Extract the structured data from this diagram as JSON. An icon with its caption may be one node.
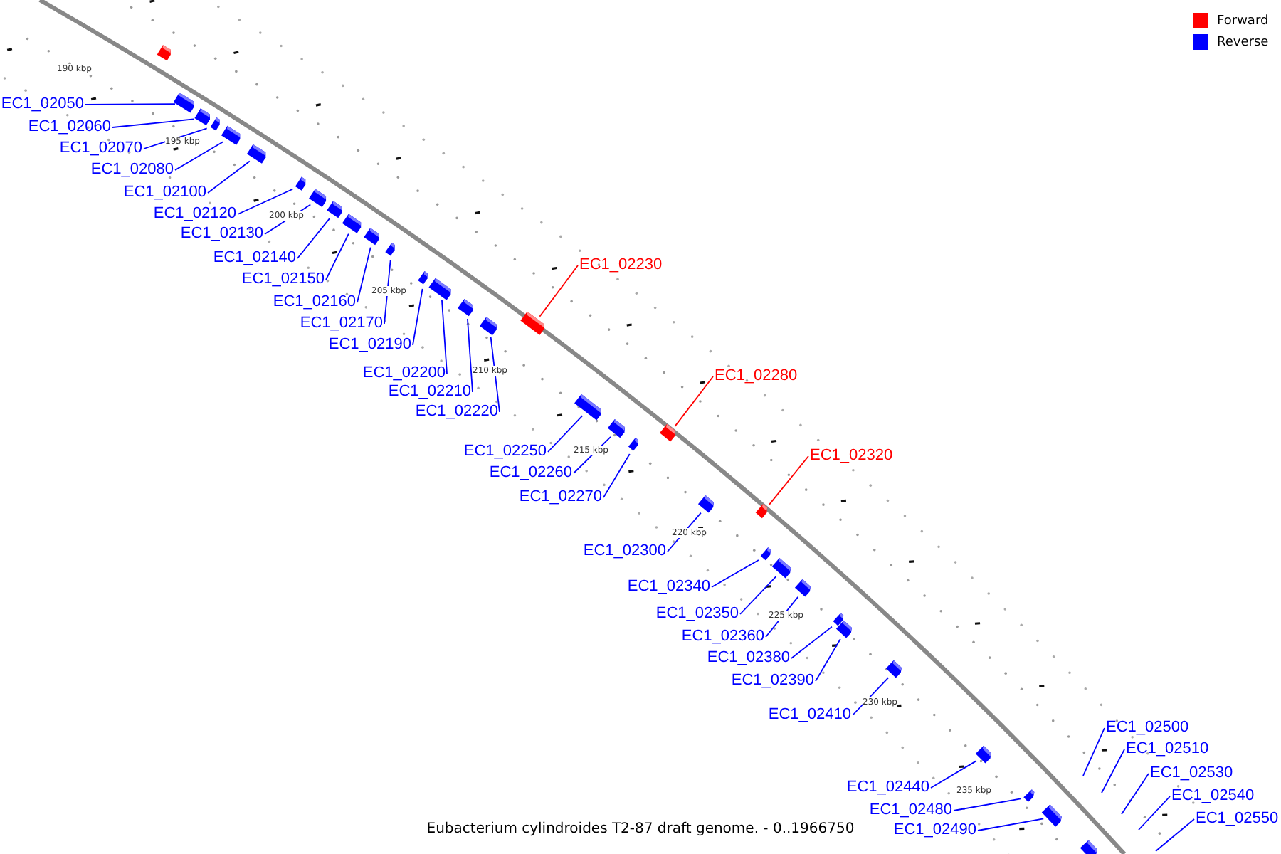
{
  "diagram": {
    "caption": "Eubacterium cylindroides T2-87 draft genome. - 0..1966750",
    "nodes": [
      {
        "text": [],
        "shape": "bar"
      },
      {
        "text": [
          "EC1_02050"
        ]
      },
      {
        "text": [],
        "shape": "bar"
      },
      {
        "text": [
          "EC1_02060"
        ]
      },
      {
        "text": [],
        "shape": "bar"
      },
      {
        "text": [
          "EC1_02070"
        ]
      },
      {
        "text": [],
        "shape": "bar"
      },
      {
        "text": [
          "EC1_02080"
        ]
      },
      {
        "text": [],
        "shape": "bar"
      },
      {
        "text": [
          "EC1_02100"
        ]
      },
      {
        "text": [],
        "shape": "bar"
      },
      {
        "text": [
          "EC1_02120"
        ]
      },
      {
        "text": [],
        "shape": "bar"
      },
      {
        "text": [
          "EC1_02130"
        ]
      },
      {
        "text": [],
        "shape": "bar"
      },
      {
        "text": [
          "EC1_02140"
        ]
      },
      {
        "text": [],
        "shape": "bar"
      },
      {
        "text": [
          "EC1_02150"
        ]
      },
      {
        "text": [],
        "shape": "bar"
      },
      {
        "text": [
          "EC1_02160"
        ]
      },
      {
        "text": [],
        "shape": "bar"
      },
      {
        "text": [
          "EC1_02170"
        ]
      },
      {
        "text": [],
        "shape": "bar"
      },
      {
        "text": [
          "EC1_02190"
        ]
      },
      {
        "text": [],
        "shape": "bar"
      },
      {
        "text": [
          "EC1_02200"
        ]
      },
      {
        "text": [],
        "shape": "bar"
      },
      {
        "text": [
          "EC1_02210"
        ]
      },
      {
        "text": [],
        "shape": "bar"
      },
      {
        "text": [
          "EC1_02220"
        ]
      },
      {
        "text": [],
        "shape": "bar"
      },
      {
        "text": [
          "EC1_02230"
        ]
      },
      {
        "text": [],
        "shape": "bar"
      },
      {
        "text": [
          "EC1_02250"
        ]
      },
      {
        "text": [],
        "shape": "bar"
      },
      {
        "text": [
          "EC1_02260"
        ]
      },
      {
        "text": [],
        "shape": "bar"
      },
      {
        "text": [
          "EC1_02270"
        ]
      },
      {
        "text": [],
        "shape": "bar"
      },
      {
        "text": [
          "EC1_02280"
        ]
      },
      {
        "text": [],
        "shape": "bar"
      },
      {
        "text": [
          "EC1_02300"
        ]
      },
      {
        "text": [],
        "shape": "bar"
      },
      {
        "text": [
          "EC1_02320"
        ]
      },
      {
        "text": [],
        "shape": "bar"
      },
      {
        "text": [
          "EC1_02340"
        ]
      },
      {
        "text": [],
        "shape": "bar"
      },
      {
        "text": [
          "EC1_02350"
        ]
      },
      {
        "text": [],
        "shape": "bar"
      },
      {
        "text": [
          "EC1_02360"
        ]
      },
      {
        "text": [],
        "shape": "bar"
      },
      {
        "text": [
          "EC1_02380"
        ]
      },
      {
        "text": [],
        "shape": "bar"
      },
      {
        "text": [
          "EC1_02390"
        ]
      },
      {
        "text": [],
        "shape": "bar"
      },
      {
        "text": [
          "EC1_02410"
        ]
      },
      {
        "text": [],
        "shape": "bar"
      },
      {
        "text": [
          "EC1_02440"
        ]
      },
      {
        "text": [],
        "shape": "bar"
      },
      {
        "text": [
          "EC1_02480"
        ]
      },
      {
        "text": [],
        "shape": "bar"
      },
      {
        "text": [
          "EC1_02490"
        ]
      },
      {
        "text": [],
        "shape": "bar"
      },
      {
        "text": [
          "EC1_02500"
        ]
      },
      {
        "text": [
          "EC1_02510"
        ]
      },
      {
        "text": [
          "EC1_02530"
        ]
      },
      {
        "text": [
          "EC1_02540"
        ]
      },
      {
        "text": [
          "EC1_02550"
        ]
      },
      {
        "text": [],
        "shape": "bar"
      }
    ],
    "edges": [
      {
        "from": 1,
        "to": 2,
        "arrow": "none"
      },
      {
        "from": 3,
        "to": 4,
        "arrow": "none"
      },
      {
        "from": 5,
        "to": 6,
        "arrow": "none"
      },
      {
        "from": 7,
        "to": 8,
        "arrow": "none"
      },
      {
        "from": 9,
        "to": 10,
        "arrow": "none"
      },
      {
        "from": 11,
        "to": 12,
        "arrow": "none"
      },
      {
        "from": 13,
        "to": 14,
        "arrow": "none"
      },
      {
        "from": 15,
        "to": 16,
        "arrow": "none"
      },
      {
        "from": 17,
        "to": 18,
        "arrow": "none"
      },
      {
        "from": 19,
        "to": 20,
        "arrow": "none"
      },
      {
        "from": 21,
        "to": 22,
        "arrow": "none"
      },
      {
        "from": 23,
        "to": 24,
        "arrow": "none"
      },
      {
        "from": 25,
        "to": 26,
        "arrow": "none"
      },
      {
        "from": 27,
        "to": 28,
        "arrow": "none"
      },
      {
        "from": 29,
        "to": 30,
        "arrow": "none"
      },
      {
        "from": 31,
        "to": 32,
        "arrow": "none",
        "color": "#ff0000"
      },
      {
        "from": 33,
        "to": 34,
        "arrow": "none"
      },
      {
        "from": 35,
        "to": 36,
        "arrow": "none"
      },
      {
        "from": 37,
        "to": 38,
        "arrow": "none"
      },
      {
        "from": 39,
        "to": 40,
        "arrow": "none",
        "color": "#ff0000"
      },
      {
        "from": 41,
        "to": 42,
        "arrow": "none"
      },
      {
        "from": 43,
        "to": 44,
        "arrow": "none",
        "color": "#ff0000"
      },
      {
        "from": 45,
        "to": 46,
        "arrow": "none"
      },
      {
        "from": 47,
        "to": 48,
        "arrow": "none"
      },
      {
        "from": 49,
        "to": 50,
        "arrow": "none"
      },
      {
        "from": 51,
        "to": 52,
        "arrow": "none"
      },
      {
        "from": 53,
        "to": 54,
        "arrow": "none"
      },
      {
        "from": 55,
        "to": 56,
        "arrow": "none"
      },
      {
        "from": 57,
        "to": 58,
        "arrow": "none"
      },
      {
        "from": 59,
        "to": 60,
        "arrow": "none"
      },
      {
        "from": 61,
        "to": 62,
        "arrow": "none"
      },
      {
        "from": 63,
        "to": null,
        "arrow": "none"
      },
      {
        "from": 64,
        "to": null,
        "arrow": "none"
      },
      {
        "from": 65,
        "to": null,
        "arrow": "none"
      },
      {
        "from": 66,
        "to": null,
        "arrow": "none"
      },
      {
        "from": 67,
        "to": null,
        "arrow": "none"
      }
    ],
    "labels": [
      "190 kbp",
      "195 kbp",
      "200 kbp",
      "205 kbp",
      "210 kbp",
      "215 kbp",
      "220 kbp",
      "225 kbp",
      "230 kbp",
      "235 kbp"
    ],
    "legend": [
      {
        "text": "Forward",
        "color": "#ff0000"
      },
      {
        "text": "Reverse",
        "color": "#0000ff"
      }
    ]
  }
}
